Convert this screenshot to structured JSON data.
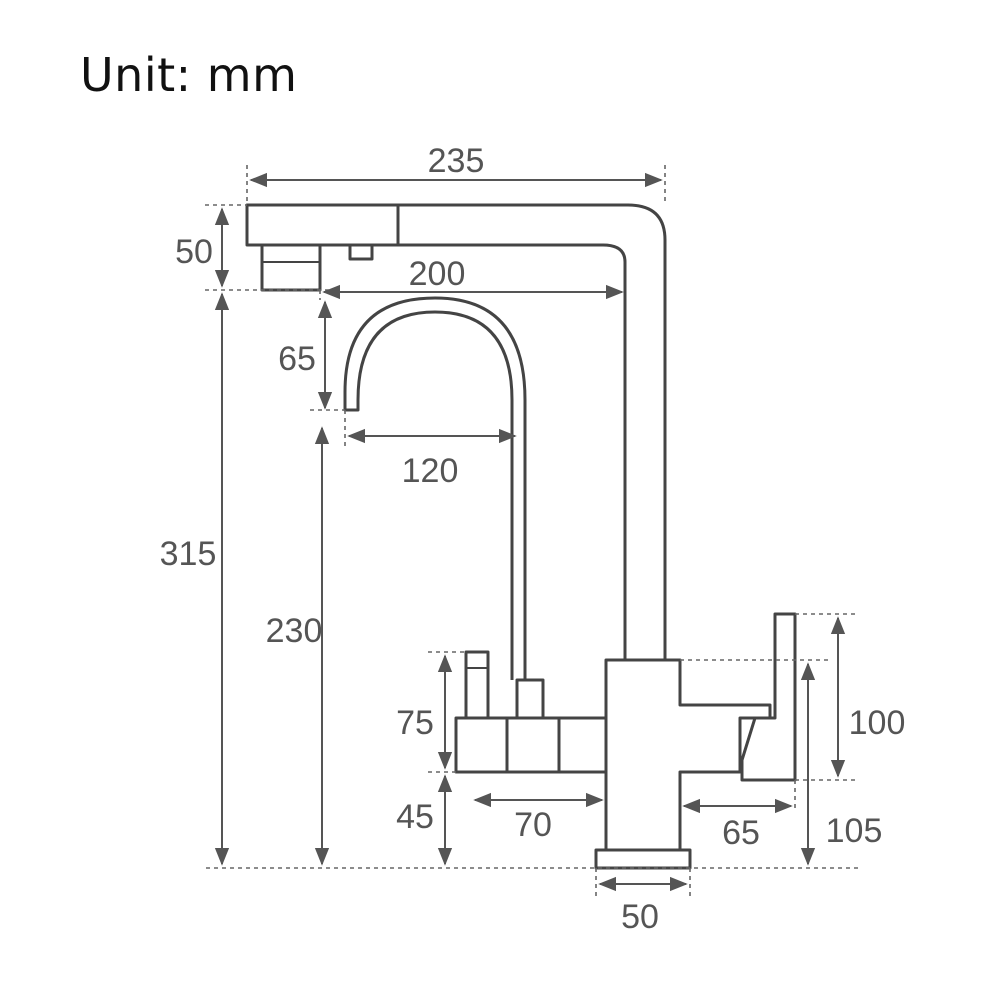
{
  "unit_label": "Unit: mm",
  "dimensions": {
    "overall_width": "235",
    "spout_height": "50",
    "spout_reach": "200",
    "total_height": "315",
    "filter_arc_height": "65",
    "filter_reach": "120",
    "filter_outlet_height": "230",
    "handle_height": "75",
    "body_height": "45",
    "handle_offset": "70",
    "lever_offset": "65",
    "lever_height": "100",
    "lever_base_height": "105",
    "base_width": "50"
  },
  "colors": {
    "line": "#444444",
    "dimension_text": "#555555",
    "title_text": "#111111"
  }
}
